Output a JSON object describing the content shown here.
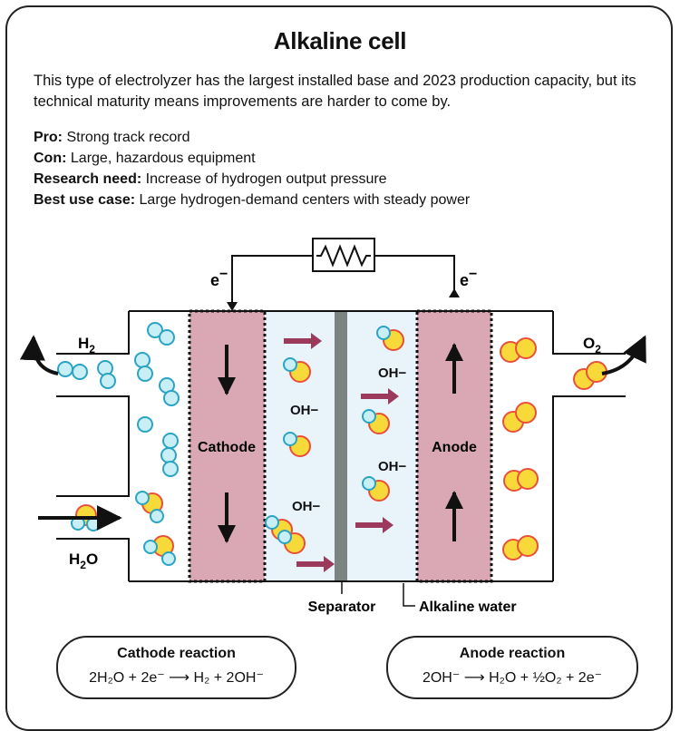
{
  "title": "Alkaline cell",
  "description": "This type of electrolyzer has the largest installed base and 2023 production capacity, but its technical maturity means improvements are harder to come by.",
  "facts": [
    {
      "label": "Pro:",
      "text": "Strong track record"
    },
    {
      "label": "Con:",
      "text": "Large, hazardous equipment"
    },
    {
      "label": "Research need:",
      "text": "Increase of hydrogen output pressure"
    },
    {
      "label": "Best use case:",
      "text": "Large hydrogen-demand centers with steady power"
    }
  ],
  "diagram": {
    "electron_left": "e",
    "electron_right": "e",
    "electron_sup": "−",
    "h2": {
      "base": "H",
      "sub": "2"
    },
    "o2": {
      "base": "O",
      "sub": "2"
    },
    "h2o": {
      "base": "H",
      "sub": "2",
      "tail": "O"
    },
    "cathode": "Cathode",
    "anode": "Anode",
    "hydroxide_labels": [
      "OH−",
      "OH−",
      "OH−",
      "OH−"
    ],
    "separator": "Separator",
    "alkaline_water": "Alkaline water",
    "colors": {
      "electrode": "#d9a8b4",
      "electrolyte": "#e8f4f9",
      "separator": "#7c8481",
      "hydrogen_fill": "#c8eef6",
      "hydrogen_stroke": "#2ba4c4",
      "oxygen_fill": "#f7d93a",
      "oxygen_stroke": "#e8503a",
      "ion_arrow": "#9b3a5c"
    }
  },
  "reactions": {
    "cathode": {
      "title": "Cathode reaction",
      "left": "2H₂O + 2e⁻",
      "arrow": "⟶",
      "right": "H₂ + 2OH⁻"
    },
    "anode": {
      "title": "Anode reaction",
      "left": "2OH⁻",
      "arrow": "⟶",
      "right": "H₂O + ½O₂ + 2e⁻"
    }
  }
}
